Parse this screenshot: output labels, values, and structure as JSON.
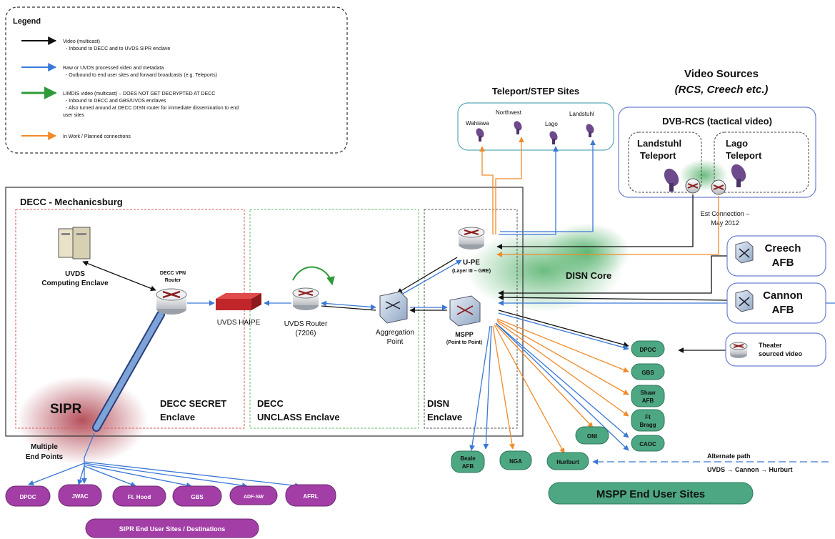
{
  "legend": {
    "title": "Legend",
    "items": [
      {
        "color": "#111111",
        "lines": [
          "Video (multicast)",
          "- Inbound to DECC and to UVDS SIPR enclave"
        ]
      },
      {
        "color": "#3a78d6",
        "lines": [
          "Raw or UVDS processed video and metadata",
          "- Outbound to end user sites and forward broadcasts (e.g. Teleports)"
        ]
      },
      {
        "color": "#2e9a3a",
        "lines": [
          "LIMDIS video (multicast) – DOES NOT GET DECRYPTED AT DECC",
          "- Inbound to DECC and GBS/UVDS enclaves",
          "- Also turned around at DECC DISN router for immediate dissemination to end",
          "user sites"
        ]
      },
      {
        "color": "#f08a2a",
        "lines": [
          "In Work / Planned connections"
        ]
      }
    ]
  },
  "video_sources": {
    "title": "Video Sources",
    "subtitle": "(RCS, Creech etc.)"
  },
  "dvb_rcs": {
    "title": "DVB-RCS (tactical video)",
    "teleport1": [
      "Landstuhl",
      "Teleport"
    ],
    "teleport2": [
      "Lago",
      "Teleport"
    ]
  },
  "teleport_sites": {
    "title": "Teleport/STEP Sites",
    "sites": [
      "Wahiawa",
      "Northwest",
      "Lago",
      "Landstuhl"
    ]
  },
  "est_connection": [
    "Est Connection –",
    "May 2012"
  ],
  "decc": {
    "title": "DECC - Mechanicsburg"
  },
  "enclaves": {
    "secret": [
      "DECC SECRET",
      "Enclave"
    ],
    "unclass": [
      "DECC",
      "UNCLASS Enclave"
    ],
    "disn": [
      "DISN",
      "Enclave"
    ]
  },
  "nodes": {
    "uvds_computing": [
      "UVDS",
      "Computing Enclave"
    ],
    "vpn_router": [
      "DECC VPN",
      "Router"
    ],
    "haipe": "UVDS HAIPE",
    "uvds_router": [
      "UVDS Router",
      "(7206)"
    ],
    "aggregation": [
      "Aggregation",
      "Point"
    ],
    "upe": [
      "U-PE",
      "(Layer III – GRE)"
    ],
    "mspp": [
      "MSPP",
      "(Point to Point)"
    ],
    "disn_core": "DISN Core",
    "sipr": "SIPR",
    "creech": [
      "Creech",
      "AFB"
    ],
    "cannon": [
      "Cannon",
      "AFB"
    ],
    "theater": [
      "Theater",
      "sourced video"
    ]
  },
  "multiple_endpoints": [
    "Multiple",
    "End Points"
  ],
  "sipr_sites": [
    "DPOC",
    "JWAC",
    "Ft. Hood",
    "GBS",
    "ADF-SW",
    "AFRL"
  ],
  "sipr_sites_label": "SIPR End User Sites / Destinations",
  "mspp_sites": {
    "dpoc": "DPOC",
    "gbs": "GBS",
    "shaw": [
      "Shaw",
      "AFB"
    ],
    "bragg": [
      "Ft",
      "Bragg"
    ],
    "caoc": "CAOC",
    "oni": "ONI",
    "hurlburt": "Hurlburt",
    "nga": "NGA",
    "beale": [
      "Beale",
      "AFB"
    ]
  },
  "mspp_sites_label": "MSPP End User Sites",
  "alternate_path": [
    "Alternate path",
    "UVDS → Cannon → Hurburt"
  ],
  "colors": {
    "black": "#111111",
    "blue": "#3a78d6",
    "green": "#2e9a3a",
    "orange": "#f08a2a",
    "purple": "#a23ea6",
    "teal": "#4ea783",
    "red_dash": "#d65a5a"
  }
}
